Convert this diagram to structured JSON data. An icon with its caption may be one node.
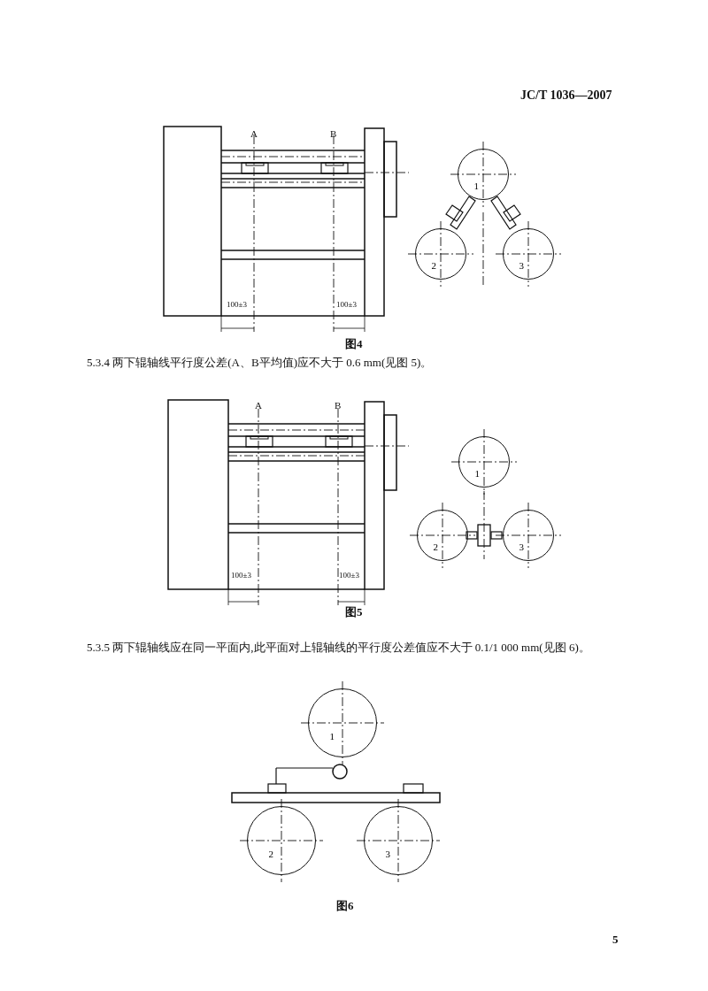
{
  "diagram": {
    "nodes": [
      {
        "text": [
          "1"
        ]
      },
      {
        "text": [
          "2"
        ]
      },
      {
        "text": [
          "3"
        ]
      },
      {
        "text": [
          "1"
        ]
      },
      {
        "text": [
          "2"
        ]
      },
      {
        "text": [
          "3"
        ]
      },
      {
        "text": [
          "1"
        ]
      },
      {
        "text": [
          "2"
        ]
      },
      {
        "text": [
          "3"
        ]
      }
    ],
    "labels": [
      "JC/T 1036—2007",
      "A",
      "B",
      "100±3",
      "100±3",
      "图4",
      "5.3.4  两下辊轴线平行度公差(A、B平均值)应不大于 0.6 mm(见图 5)。",
      "A",
      "B",
      "100±3",
      "100±3",
      "图5",
      "5.3.5  两下辊轴线应在同一平面内,此平面对上辊轴线的平行度公差值应不大于 0.1/1 000 mm(见图 6)。",
      "图6",
      "5"
    ]
  }
}
